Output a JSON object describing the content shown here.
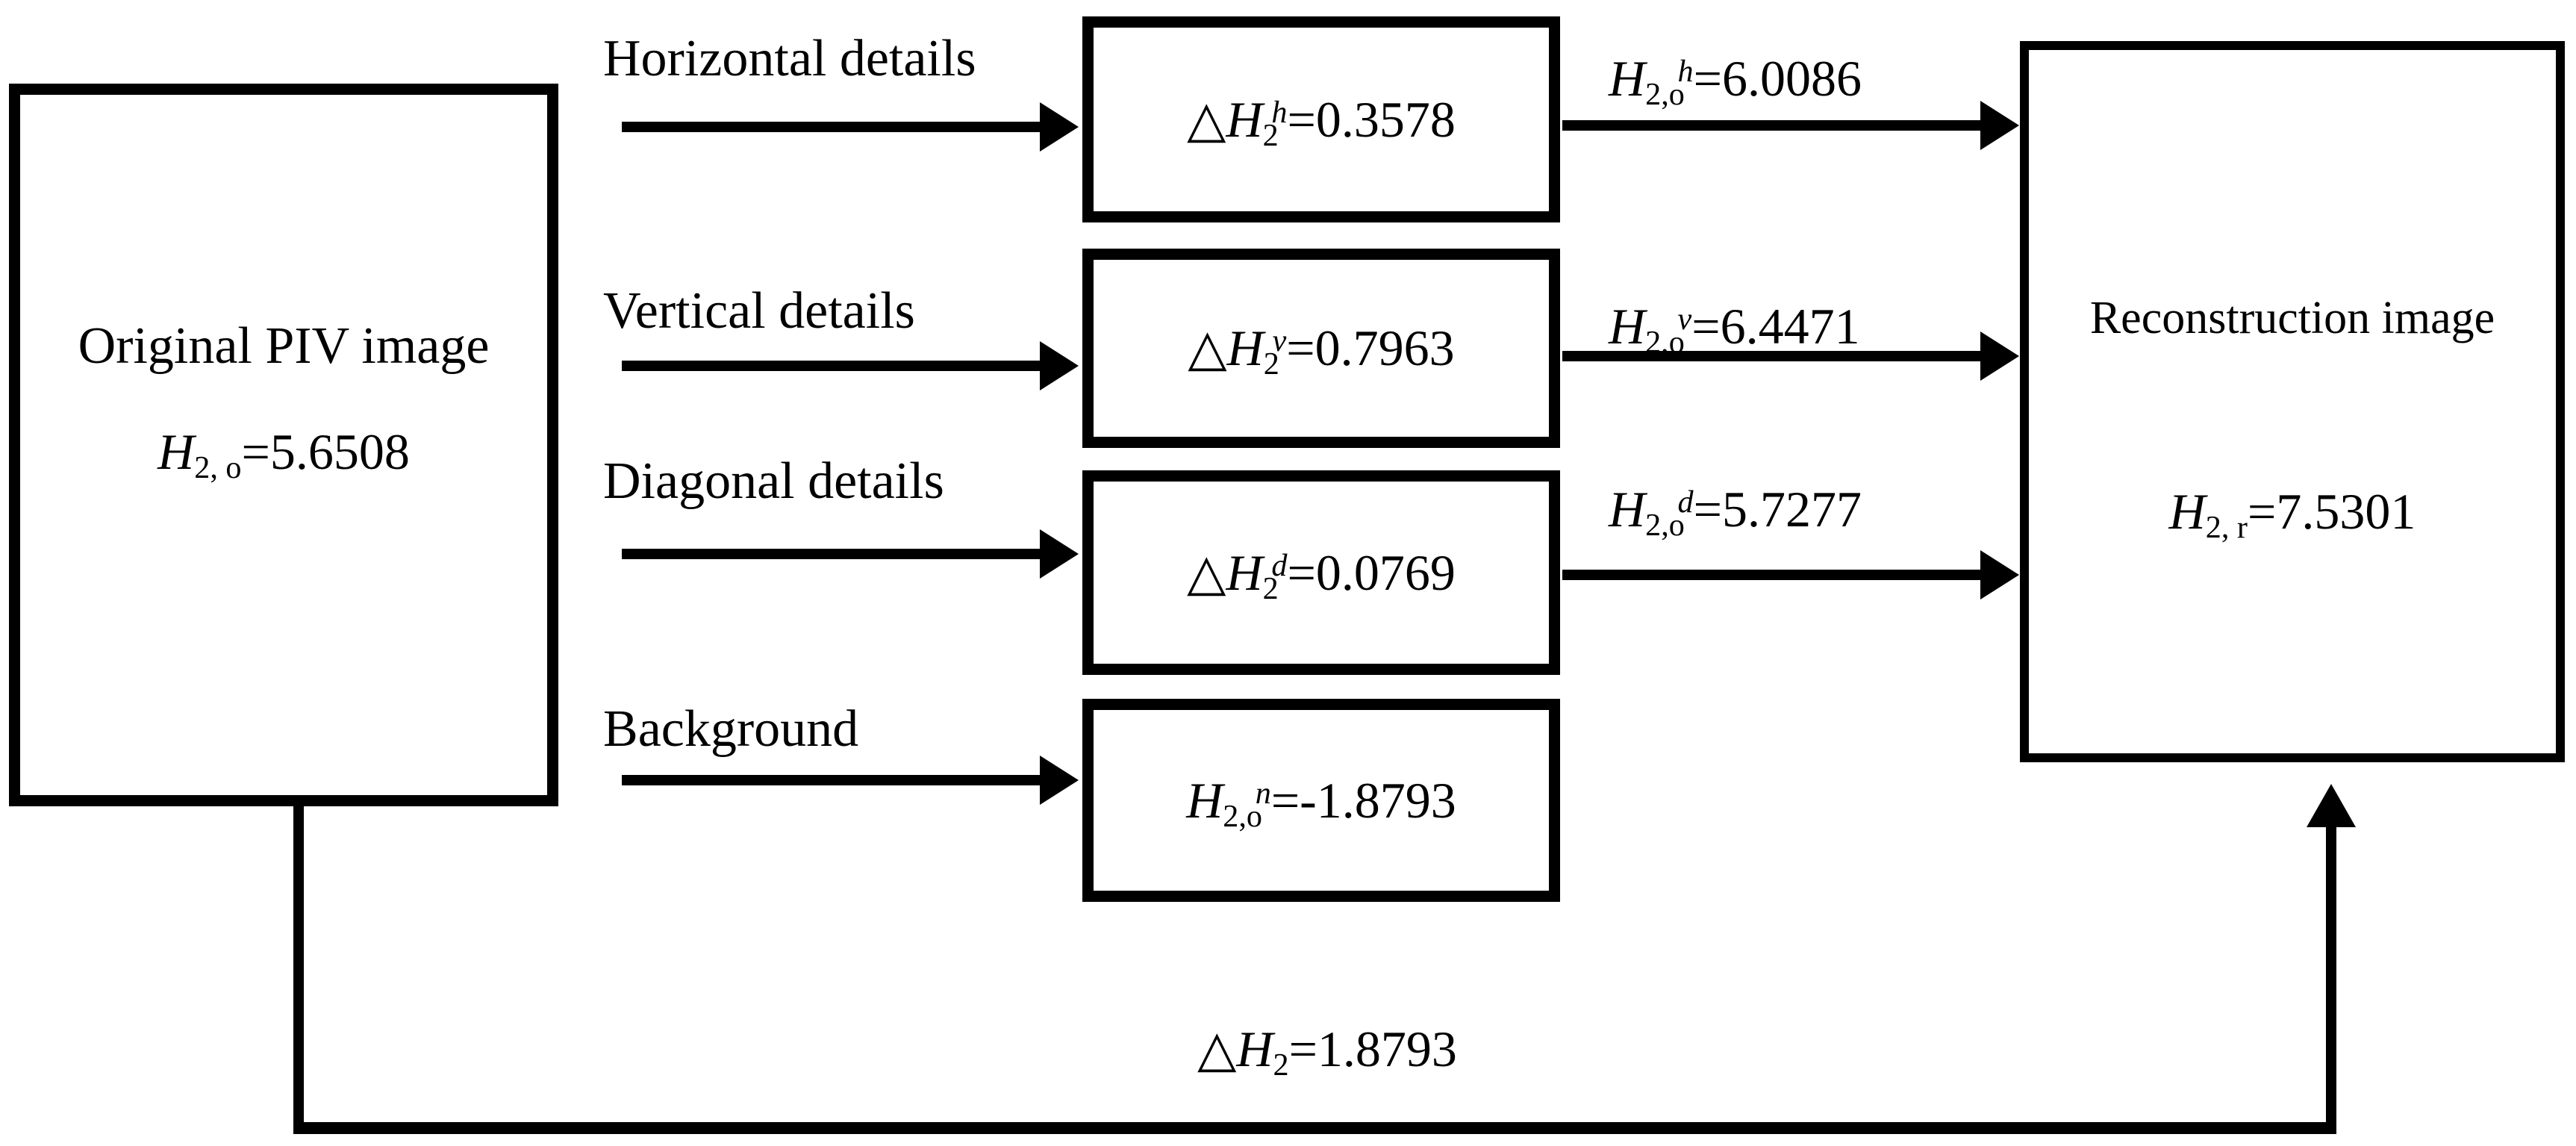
{
  "colors": {
    "ink": "#000000",
    "background": "#ffffff"
  },
  "left_box": {
    "title": "Original PIV image",
    "entropy": {
      "base": "H",
      "sub": "2, o",
      "rhs": "=5.6508"
    }
  },
  "rows": [
    {
      "label": "Horizontal details",
      "box": {
        "prefix": "△",
        "base": "H",
        "sub": "2",
        "sup": "h",
        "rhs": "=0.3578"
      },
      "arrow_label": {
        "base": "H",
        "sub": "2,o",
        "sup": "h",
        "rhs": "=6.0086"
      }
    },
    {
      "label": "Vertical details",
      "box": {
        "prefix": "△",
        "base": "H",
        "sub": "2",
        "sup": "v",
        "rhs": "=0.7963"
      },
      "arrow_label": {
        "base": "H",
        "sub": "2,o",
        "sup": "v",
        "rhs": "=6.4471"
      }
    },
    {
      "label": "Diagonal details",
      "box": {
        "prefix": "△",
        "base": "H",
        "sub": "2",
        "sup": "d",
        "rhs": "=0.0769"
      },
      "arrow_label": {
        "base": "H",
        "sub": "2,o",
        "sup": "d",
        "rhs": "=5.7277"
      }
    },
    {
      "label": "Background",
      "box": {
        "prefix": "",
        "base": "H",
        "sub": "2,o",
        "sup": "n",
        "rhs": "=-1.8793"
      }
    }
  ],
  "right_box": {
    "title": "Reconstruction image",
    "entropy": {
      "base": "H",
      "sub": "2, r",
      "rhs": "=7.5301"
    }
  },
  "bottom": {
    "label": {
      "prefix": "△",
      "base": "H",
      "sub": "2",
      "rhs": "=1.8793"
    }
  }
}
